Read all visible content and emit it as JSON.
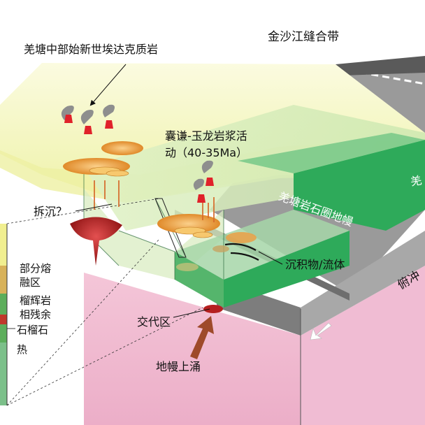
{
  "diagram": {
    "title_label": "金沙江缝合带",
    "labels": {
      "adakite": "羌塘中部始新世埃达克质岩",
      "magmatism_line1": "囊谦-玉龙岩浆活",
      "magmatism_line2": "动（40-35Ma）",
      "delamination": "拆沉？",
      "lithosphere": "羌塘岩石圈地幔",
      "lithosphere_right": "羌",
      "sediment": "沉积物/流体",
      "metasomatic": "交代区",
      "upwelling": "地幔上涌",
      "subduction": "俯冲"
    },
    "inset_labels": {
      "partial_melt_line1": "部分熔",
      "partial_melt_line2": "融区",
      "eclogite_line1": "榴辉岩",
      "eclogite_line2": "相残余",
      "garnet": "石榴石",
      "heat": "热"
    }
  },
  "colors": {
    "upper_crust_yellow": "#f6f4b4",
    "lithosphere_green": "#2eaa5a",
    "slab_gray": "#8c8c8c",
    "asthenosphere_pink": "#f2b8cf",
    "magma_orange": "#e8a040",
    "volcano_red": "#e0222a"
  }
}
